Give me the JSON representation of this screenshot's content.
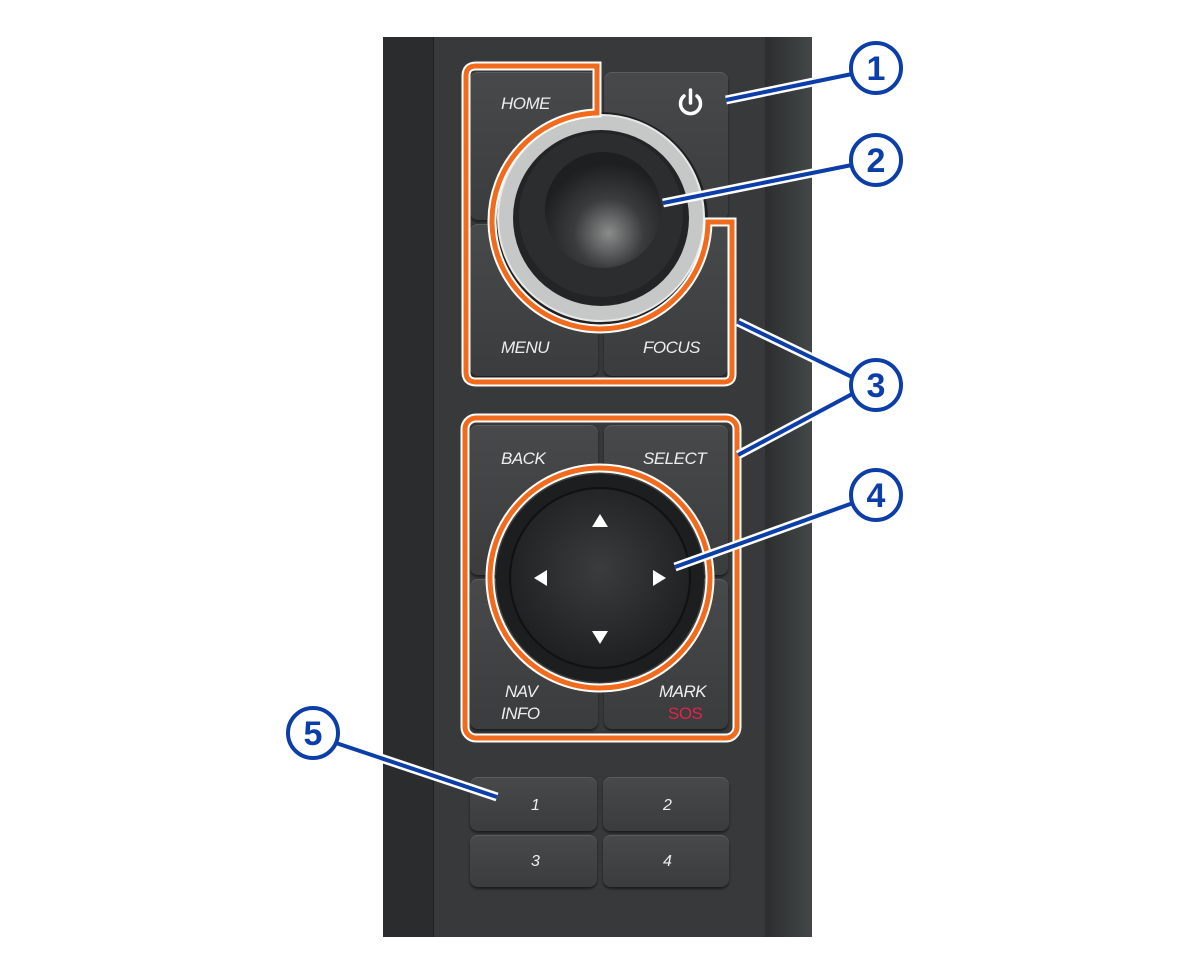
{
  "keys": {
    "home": "HOME",
    "menu": "MENU",
    "focus": "FOCUS",
    "back": "BACK",
    "select": "SELECT",
    "nav": "NAV",
    "info": "INFO",
    "mark": "MARK",
    "sos": "SOS",
    "quick": [
      "1",
      "2",
      "3",
      "4"
    ]
  },
  "callouts": [
    "1",
    "2",
    "3",
    "4",
    "5"
  ],
  "colors": {
    "highlight": "#f26b1d",
    "callout": "#0b3ea8",
    "sos": "#e0244a"
  }
}
